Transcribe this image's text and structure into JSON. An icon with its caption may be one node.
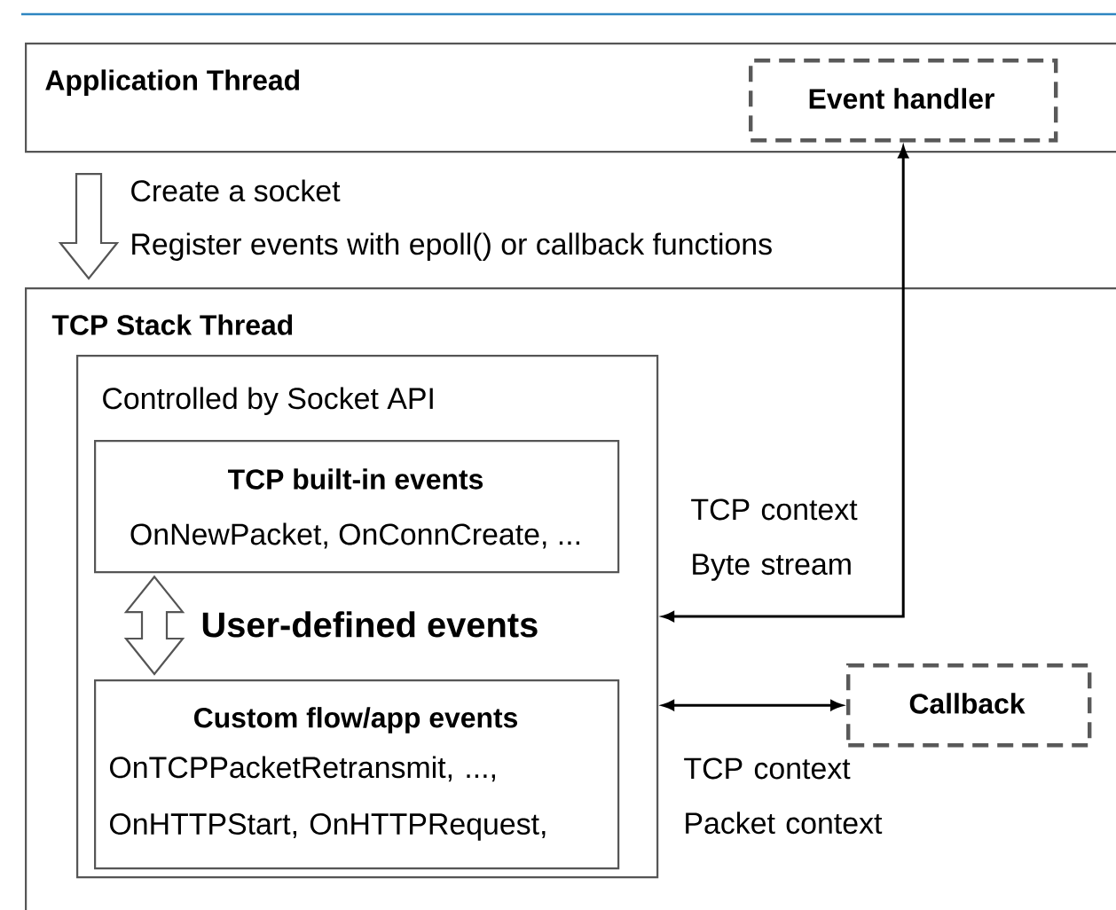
{
  "diagram": {
    "nodes": [
      {
        "text": [
          "Application Thread"
        ]
      },
      {
        "text": [
          "Event handler"
        ],
        "in": 0
      },
      {
        "text": [
          "TCP Stack Thread"
        ]
      },
      {
        "text": [
          "Controlled by Socket API"
        ],
        "in": 2
      },
      {
        "text": [
          "TCP built-in events",
          "OnNewPacket, OnConnCreate, ..."
        ],
        "in": 3
      },
      {
        "text": [
          "Custom flow/app events",
          "OnTCPPacketRetransmit, ..., OnHTTPStart, OnHTTPRequest,"
        ],
        "in": 3
      },
      {
        "text": [
          "Callback"
        ],
        "in": 2
      }
    ],
    "edges": [
      {
        "from": 0,
        "to": 2,
        "arrow": "to"
      },
      {
        "from": 3,
        "to": 1,
        "arrow": "both",
        "label": "TCP context Byte stream"
      },
      {
        "from": 4,
        "to": 5,
        "arrow": "both",
        "label": "User-defined events"
      },
      {
        "from": 3,
        "to": 6,
        "arrow": "both",
        "label": "TCP context Packet context"
      }
    ],
    "labels": [
      "Create a socket",
      "Register events with epoll() or callback functions"
    ]
  }
}
